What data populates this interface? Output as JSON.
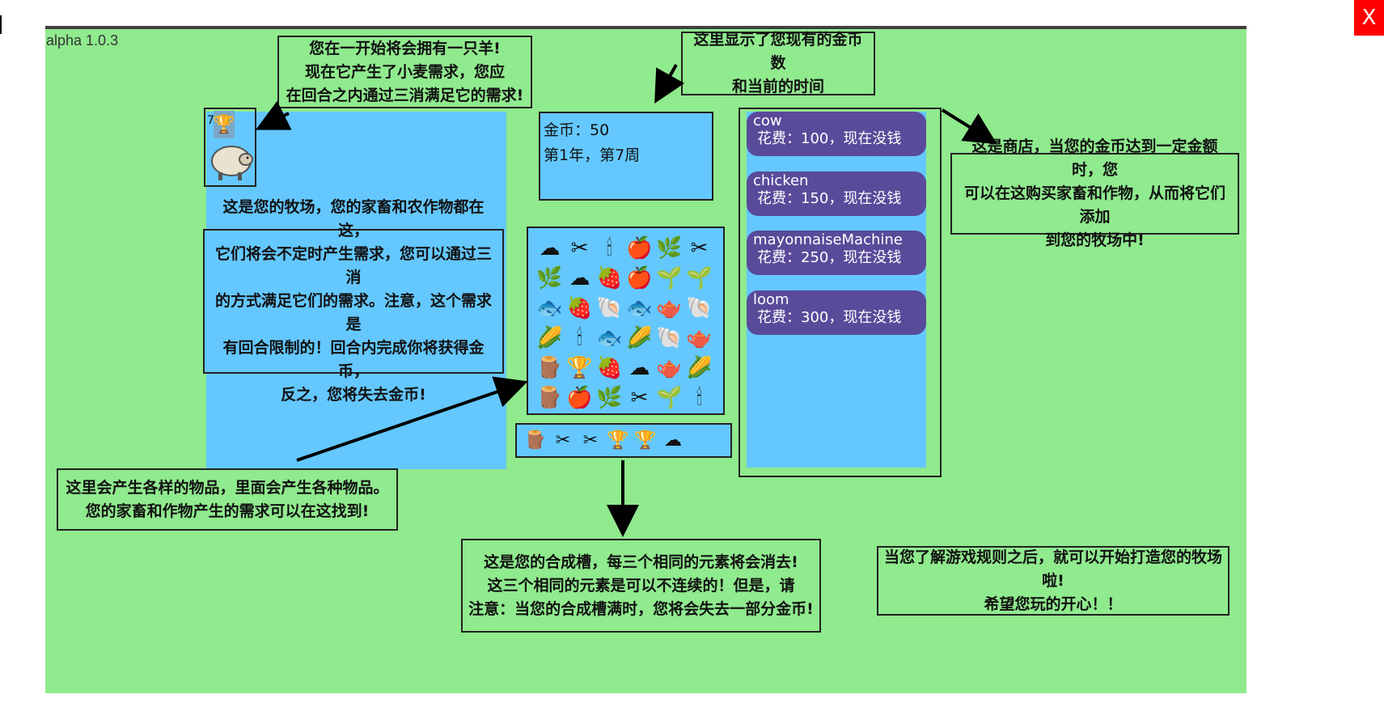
{
  "app": {
    "version": "alpha 1.0.3",
    "close_label": "X"
  },
  "status": {
    "coins_text": "金币：50",
    "time_text": "第1年，第7周"
  },
  "farm": {
    "animal_icon": "sheep-icon",
    "demand_icon": "wheat-icon",
    "demand_count": "7"
  },
  "shop": {
    "items": [
      {
        "name": "cow",
        "price": "花费：100，现在没钱"
      },
      {
        "name": "chicken",
        "price": "花费：150，现在没钱"
      },
      {
        "name": "mayonnaiseMachine",
        "price": "花费：250，现在没钱"
      },
      {
        "name": "loom",
        "price": "花费：300，现在没钱"
      }
    ]
  },
  "grid": {
    "rows": [
      [
        "wool",
        "shears",
        "candle",
        "apple",
        "wheat",
        "shears"
      ],
      [
        "wheat",
        "wool",
        "strawberry",
        "apple",
        "radish",
        "radish"
      ],
      [
        "fish",
        "strawberry",
        "shell",
        "fish",
        "watering-can",
        "shell"
      ],
      [
        "corn",
        "candle",
        "fish",
        "corn",
        "shell",
        "watering-can"
      ],
      [
        "wood",
        "wheat-trophy",
        "strawberry",
        "wool",
        "watering-can",
        "corn"
      ],
      [
        "wood",
        "apple",
        "wheat",
        "shears",
        "radish",
        "candle"
      ]
    ]
  },
  "slot": {
    "items": [
      "wood",
      "shears",
      "shears",
      "wheat-trophy",
      "wheat-trophy",
      "wool"
    ]
  },
  "icons": {
    "wool": "☁",
    "shears": "✂",
    "candle": "🕯",
    "apple": "🍎",
    "wheat": "🌿",
    "strawberry": "🍓",
    "radish": "🌱",
    "fish": "🐟",
    "shell": "🐚",
    "watering-can": "🫖",
    "corn": "🌽",
    "wood": "🪵",
    "wheat-trophy": "🏆"
  },
  "tutorial": {
    "sheep_note": "您在一开始将会拥有一只羊!\n现在它产生了小麦需求，您应\n在回合之内通过三消满足它的需求!",
    "status_note": "这里显示了您现有的金币数\n和当前的时间",
    "farm_note": "这是您的牧场，您的家畜和农作物都在这，\n它们将会不定时产生需求，您可以通过三消\n的方式满足它们的需求。注意，这个需求是\n有回合限制的！回合内完成你将获得金币，\n反之，您将失去金币!",
    "shop_note": "这是商店，当您的金币达到一定金额时，您\n可以在这购买家畜和作物，从而将它们添加\n到您的牧场中!",
    "grid_note": "这里会产生各样的物品，里面会产生各种物品。\n您的家畜和作物产生的需求可以在这找到!",
    "slot_note": "这是您的合成槽，每三个相同的元素将会消去!\n这三个相同的元素是可以不连续的！但是，请\n注意：当您的合成槽满时，您将会失去一部分金币!",
    "start_note": "当您了解游戏规则之后，就可以开始打造您的牧场啦!\n希望您玩的开心！！"
  },
  "colors": {
    "board": "#90ea8e",
    "panel": "#64c8ff",
    "shop_item": "#5a4a9a",
    "close": "#ff0000"
  }
}
